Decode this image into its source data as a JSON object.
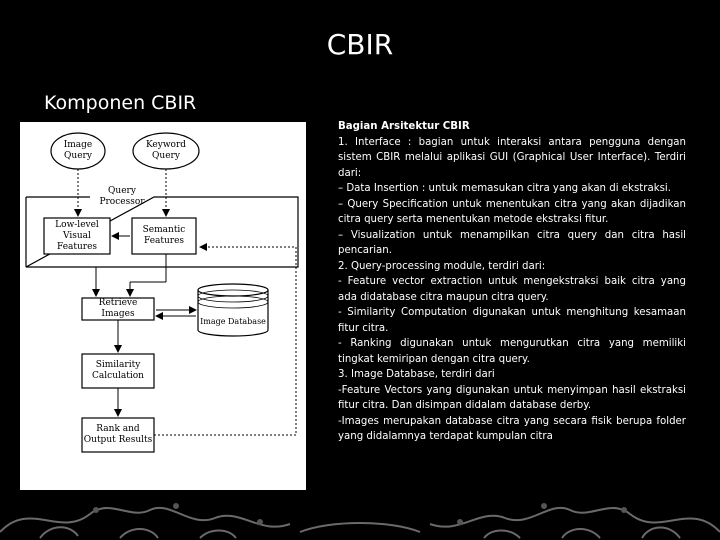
{
  "slide": {
    "title": "CBIR",
    "subtitle": "Komponen CBIR"
  },
  "diagram": {
    "image_query": "Image Query",
    "keyword_query": "Keyword Query",
    "query_processor": "Query Processor",
    "low_level": "Low-level Visual Features",
    "semantic": "Semantic Features",
    "retrieve_images": "Retrieve Images",
    "image_database": "Image Database",
    "similarity": "Similarity Calculation",
    "rank_output": "Rank and Output Results"
  },
  "description": {
    "heading": "Bagian Arsitektur CBIR",
    "lines": [
      "1. Interface : bagian untuk interaksi antara pengguna dengan sistem CBIR melalui aplikasi GUI (Graphical User Interface). Terdiri dari:",
      "– Data Insertion : untuk memasukan citra yang akan di ekstraksi.",
      "– Query Specification untuk menentukan citra yang akan dijadikan citra query serta menentukan metode ekstraksi fitur.",
      "– Visualization untuk menampilkan citra query dan citra hasil pencarian.",
      "2. Query-processing module, terdiri dari:",
      "- Feature vector extraction untuk mengekstraksi baik citra yang ada didatabase citra maupun citra query.",
      "- Similarity Computation digunakan untuk menghitung kesamaan fitur citra.",
      "- Ranking digunakan untuk mengurutkan citra yang memiliki tingkat kemiripan dengan citra query.",
      "3. Image Database, terdiri dari",
      "-Feature Vectors yang digunakan untuk menyimpan hasil ekstraksi fitur citra. Dan disimpan didalam database derby.",
      "-Images merupakan database citra yang secara fisik berupa folder yang didalamnya terdapat kumpulan citra"
    ]
  }
}
